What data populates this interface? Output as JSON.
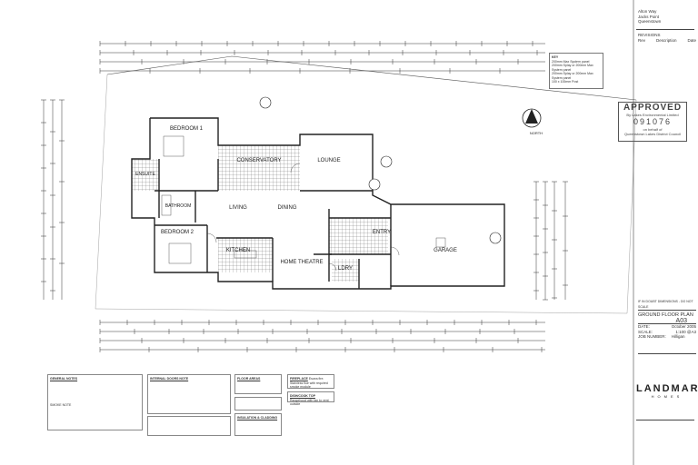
{
  "title_block": {
    "address": [
      "Alton Way",
      "Jacks Point",
      "Queenstown"
    ],
    "revisions_label": "REVISIONS",
    "rev_headers": [
      "Rev",
      "Description",
      "Date"
    ],
    "warning": "IF IN DOUBT DIMENSIONS - DO NOT SCALE",
    "drawing_title": "GROUND FLOOR PLAN",
    "sheet": "A03",
    "date_label": "DATE:",
    "date": "October 2005",
    "scale_label": "SCALE:",
    "scale": "1:100",
    "paper": "@A3",
    "job_label": "JOB NUMBER:",
    "job": "Hilligan"
  },
  "stamp": {
    "title": "APPROVED",
    "line1": "By Lakes Environmental Limited",
    "number": "091076",
    "line2": "on behalf of",
    "line3": "Queenstown Lakes District Council"
  },
  "key": {
    "title": "KEY",
    "items": [
      "200mm Max System panel",
      "200mm Splay or 200mm Max System panel",
      "200mm Splay or 200mm Max System panel",
      "100 x 100mm Post"
    ]
  },
  "rooms": {
    "bedroom1": "BEDROOM 1",
    "conservatory": "CONSERVATORY",
    "lounge": "LOUNGE",
    "ensuite": "ENSUITE",
    "bathroom": "BATHROOM",
    "bedroom2": "BEDROOM 2",
    "living": "LIVING",
    "dining": "DINING",
    "kitchen": "KITCHEN",
    "home_theatre": "HOME THEATRE",
    "entry": "ENTRY",
    "laundry": "LDRY",
    "garage": "GARAGE",
    "north": "NORTH"
  },
  "notes": {
    "general": "GENERAL NOTES",
    "internal_doors": "INTERNAL DOORS NOTE",
    "floor_areas": "FLOOR AREAS",
    "fireplace": "FIREPLACE",
    "fireplace_text": "Escea fire. Stainless flue with required smoke module",
    "dishwasher": "DISH/COOK TOP",
    "dishwasher_text": "Rangehood with fan to vent outside",
    "insulation": "INSULATION & CLADDING",
    "smoke": "SMOKE NOTE"
  },
  "logo": {
    "brand": "LANDMARK",
    "sub": "HOMES"
  }
}
